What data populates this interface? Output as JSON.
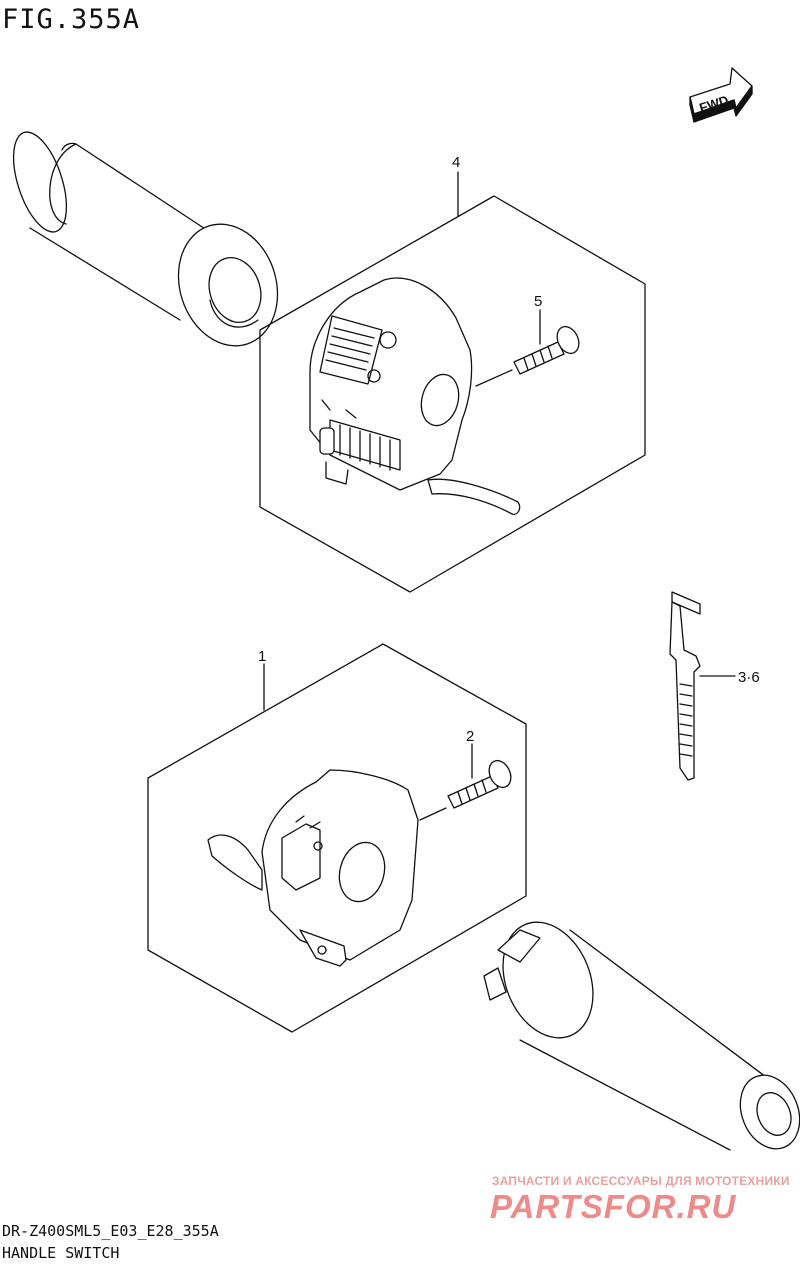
{
  "figure": {
    "title": "FIG.355A",
    "code": "DR-Z400SML5_E03_E28_355A",
    "name": "HANDLE SWITCH",
    "fwd_label": "FWD"
  },
  "callouts": [
    {
      "id": "c4",
      "label": "4"
    },
    {
      "id": "c5",
      "label": "5"
    },
    {
      "id": "c1",
      "label": "1"
    },
    {
      "id": "c2",
      "label": "2"
    },
    {
      "id": "c36",
      "label": "3·6"
    }
  ],
  "watermark": {
    "tagline": "ЗАПЧАСТИ И АКСЕССУАРЫ ДЛЯ МОТОТЕХНИКИ",
    "brand": "PARTSFOR.RU"
  },
  "colors": {
    "line": "#111111",
    "watermark": "#ef8a8a"
  }
}
